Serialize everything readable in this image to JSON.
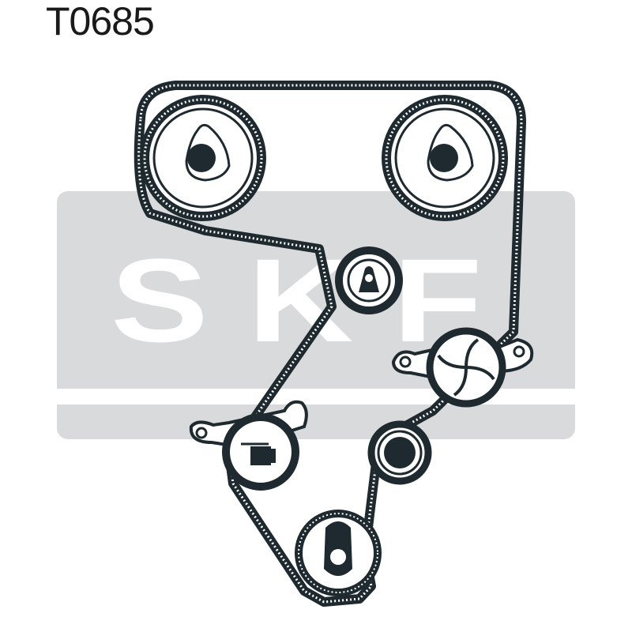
{
  "part_number": "T0685",
  "watermark": {
    "brand_text": "SKF",
    "color": "#d9dadb"
  },
  "colors": {
    "ink": "#1e2a30",
    "paper": "#ffffff"
  },
  "components": [
    {
      "name": "camshaft-pulley-left",
      "kind": "toothed-pulley"
    },
    {
      "name": "camshaft-pulley-right",
      "kind": "toothed-pulley"
    },
    {
      "name": "idler-upper",
      "kind": "idler"
    },
    {
      "name": "water-pump",
      "kind": "water-pump"
    },
    {
      "name": "tensioner",
      "kind": "tensioner"
    },
    {
      "name": "idler-lower",
      "kind": "idler"
    },
    {
      "name": "crankshaft-pulley",
      "kind": "toothed-pulley"
    }
  ]
}
